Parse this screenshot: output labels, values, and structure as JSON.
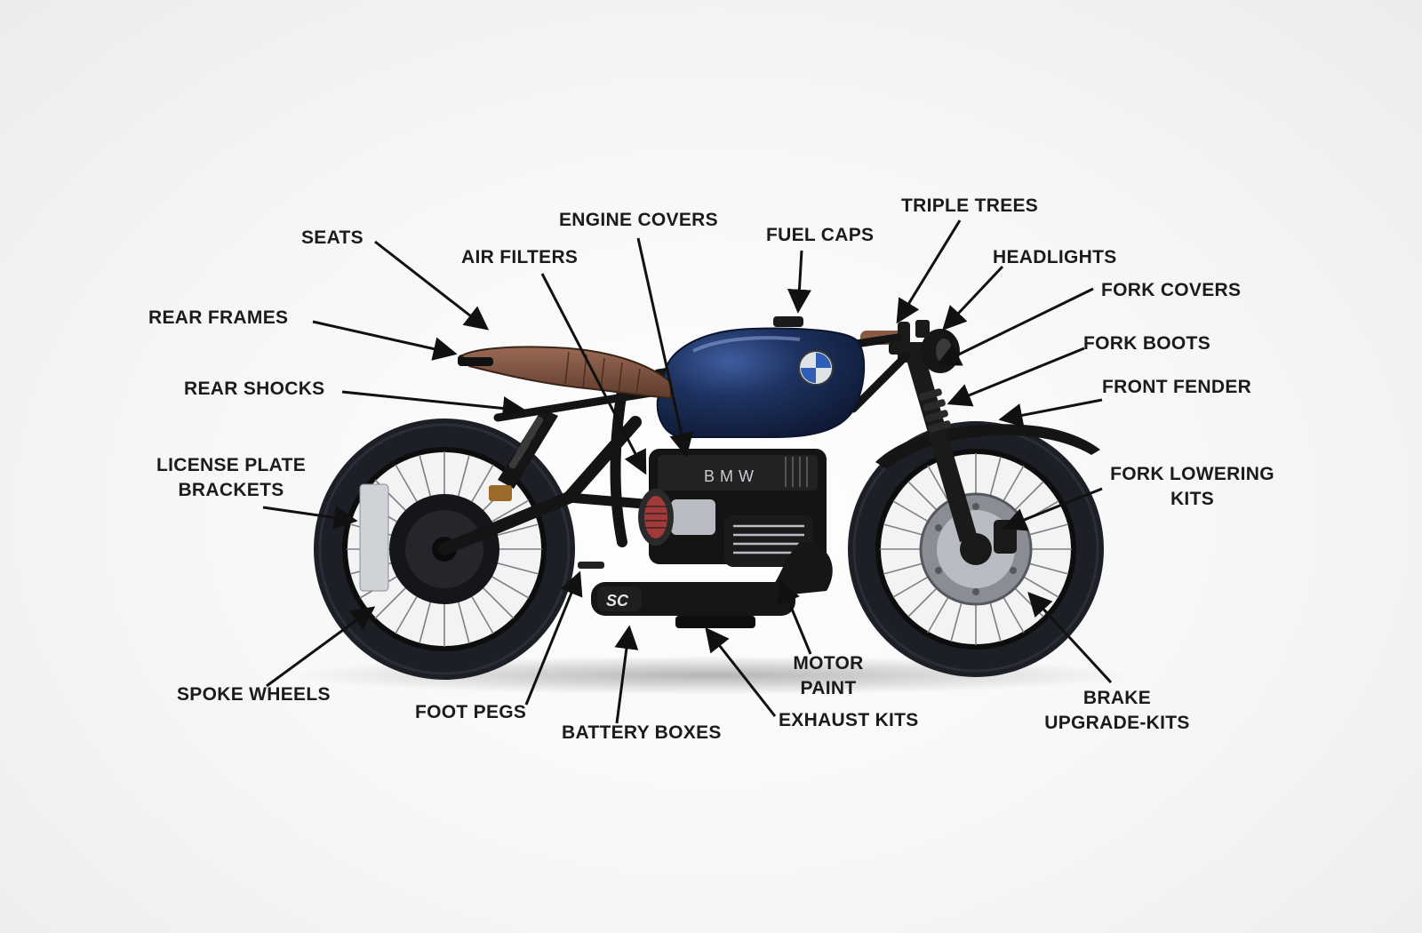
{
  "labels": {
    "seats": "SEATS",
    "engine_covers": "ENGINE COVERS",
    "air_filters": "AIR FILTERS",
    "fuel_caps": "FUEL CAPS",
    "triple_trees": "TRIPLE TREES",
    "headlights": "HEADLIGHTS",
    "fork_covers": "FORK COVERS",
    "fork_boots": "FORK BOOTS",
    "front_fender": "FRONT FENDER",
    "rear_frames": "REAR FRAMES",
    "rear_shocks": "REAR SHOCKS",
    "license_plate_brackets": [
      "LICENSE PLATE",
      "BRACKETS"
    ],
    "fork_lowering_kits": [
      "FORK LOWERING",
      "KITS"
    ],
    "spoke_wheels": "SPOKE WHEELS",
    "foot_pegs": "FOOT PEGS",
    "battery_boxes": "BATTERY BOXES",
    "motor_paint": [
      "MOTOR",
      "PAINT"
    ],
    "exhaust_kits": "EXHAUST KITS",
    "brake_upgrade_kits": [
      "BRAKE",
      "UPGRADE-KITS"
    ]
  },
  "bike": {
    "tank_badge": "BMW",
    "engine_badge": "BMW",
    "exhaust_badge": "SC",
    "colors": {
      "tank": "#1e3260",
      "seat": "#7a5040",
      "frame": "#141414",
      "tire": "#1c1f26",
      "chrome": "#b9bcc2",
      "disc": "#8a8d93"
    }
  }
}
